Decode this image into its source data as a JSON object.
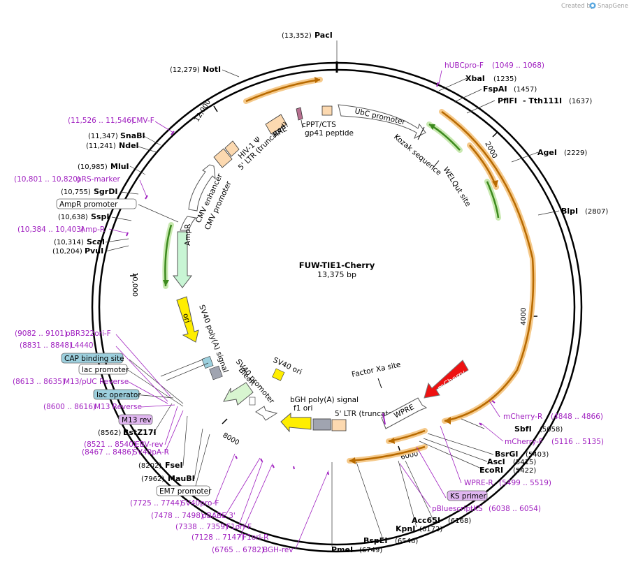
{
  "brand": {
    "prefix": "Created by",
    "name": "SnapGene"
  },
  "plasmid": {
    "name": "FUW-TIE1-Cherry",
    "length_label": "13,375 bp"
  },
  "ticks": [
    "2000",
    "4000",
    "6000",
    "8000",
    "10,000",
    "12,000"
  ],
  "enzymes": [
    {
      "name": "PacI",
      "pos": "(13,352)"
    },
    {
      "name": "NotI",
      "pos": "(12,279)"
    },
    {
      "name": "XbaI",
      "pos": "(1235)"
    },
    {
      "name": "FspAI",
      "pos": "(1457)"
    },
    {
      "name": "PflFI",
      "pos": ""
    },
    {
      "name": "- Tth111I",
      "pos": "(1637)"
    },
    {
      "name": "AgeI",
      "pos": "(2229)"
    },
    {
      "name": "BlpI",
      "pos": "(2807)"
    },
    {
      "name": "SnaBI",
      "pos": "(11,347)"
    },
    {
      "name": "NdeI",
      "pos": "(11,241)"
    },
    {
      "name": "MluI",
      "pos": "(10,985)"
    },
    {
      "name": "SgrDI",
      "pos": "(10,755)"
    },
    {
      "name": "SspI",
      "pos": "(10,638)"
    },
    {
      "name": "ScaI",
      "pos": "(10,314)"
    },
    {
      "name": "PvuI",
      "pos": "(10,204)"
    },
    {
      "name": "BstZ17I",
      "pos": "(8562)"
    },
    {
      "name": "FseI",
      "pos": "(8202)"
    },
    {
      "name": "MauBI",
      "pos": "(7962)"
    },
    {
      "name": "SbfI",
      "pos": "(5058)"
    },
    {
      "name": "BsrGI",
      "pos": "(5403)"
    },
    {
      "name": "AscI",
      "pos": "(5415)"
    },
    {
      "name": "EcoRI",
      "pos": "(5422)"
    },
    {
      "name": "Acc65I",
      "pos": "(6168)"
    },
    {
      "name": "KpnI",
      "pos": "(6172)"
    },
    {
      "name": "BspEI",
      "pos": "(6546)"
    },
    {
      "name": "PmeI",
      "pos": "(6749)"
    }
  ],
  "primers": [
    {
      "name": "hUBCpro-F",
      "range": "(1049 .. 1068)"
    },
    {
      "name": "CMV-F",
      "range": "(11,526 .. 11,546)"
    },
    {
      "name": "pRS-marker",
      "range": "(10,801 .. 10,820)"
    },
    {
      "name": "Amp-R",
      "range": "(10,384 .. 10,403)"
    },
    {
      "name": "pBR322ori-F",
      "range": "(9082 .. 9101)"
    },
    {
      "name": "L4440",
      "range": "(8831 .. 8848)"
    },
    {
      "name": "M13/pUC Reverse",
      "range": "(8613 .. 8635)"
    },
    {
      "name": "M13 Reverse",
      "range": "(8600 .. 8616)"
    },
    {
      "name": "EBV-rev",
      "range": "(8521 .. 8540)"
    },
    {
      "name": "SV40pA-R",
      "range": "(8467 .. 8486)"
    },
    {
      "name": "SV40pro-F",
      "range": "(7725 .. 7744)"
    },
    {
      "name": "pBABE 3'",
      "range": "(7478 .. 7498)"
    },
    {
      "name": "F1ori-F",
      "range": "(7338 .. 7359)"
    },
    {
      "name": "F1ori-R",
      "range": "(7128 .. 7147)"
    },
    {
      "name": "BGH-rev",
      "range": "(6765 .. 6782)"
    },
    {
      "name": "mCherry-R",
      "range": "(4848 .. 4866)"
    },
    {
      "name": "mCherry-F",
      "range": "(5116 .. 5135)"
    },
    {
      "name": "WPRE-R",
      "range": "(5499 .. 5519)"
    },
    {
      "name": "pBluescriptKS",
      "range": "(6038 .. 6054)"
    }
  ],
  "boxed_labels": [
    {
      "name": "AmpR promoter",
      "kind": "promoter"
    },
    {
      "name": "CAP binding site",
      "kind": "protein-bind"
    },
    {
      "name": "lac promoter",
      "kind": "promoter"
    },
    {
      "name": "lac operator",
      "kind": "protein-bind"
    },
    {
      "name": "M13 rev",
      "kind": "primer-bind"
    },
    {
      "name": "EM7 promoter",
      "kind": "promoter"
    },
    {
      "name": "KS primer",
      "kind": "primer-bind"
    }
  ],
  "features": [
    "UbC promoter",
    "Kozak sequence",
    "WELQut site",
    "cPPT/CTS",
    "gp41 peptide",
    "RRE",
    "HIV-1 Ψ",
    "5' LTR (truncated)",
    "CMV enhancer",
    "CMV promoter",
    "AmpR",
    "ori",
    "SV40 poly(A) signal",
    "SV40 promoter",
    "BleoR",
    "SV40 ori",
    "f1 ori",
    "bGH poly(A) signal",
    "5' LTR (truncated)",
    "Factor Xa site",
    "mCherry",
    "WPRE"
  ],
  "colors": {
    "primer": "#a020c0",
    "orange_arrow": "#b86a00",
    "orange_halo": "#f5c98a",
    "green_arrow": "#3c8a1e",
    "green_halo": "#c8e8b0",
    "mcherry": "#ee1111",
    "ori": "#ffee00",
    "f1ori": "#ffee00",
    "ampr": "#c8f5d4",
    "bleor": "#d8f5d0",
    "ltr": "#fcd9b0",
    "rre": "#fcd9b0",
    "gp41": "#b87090",
    "cap": "#9ccfdd",
    "lacop": "#9ccfdd",
    "m13rev": "#e0b6f0"
  }
}
